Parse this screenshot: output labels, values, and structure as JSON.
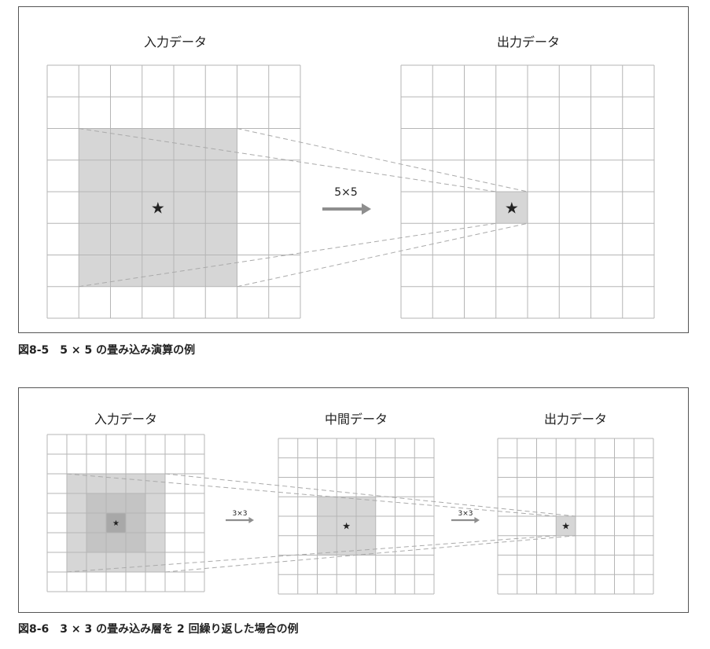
{
  "figure1": {
    "input_title": "入力データ",
    "output_title": "出力データ",
    "kernel_label": "5×5",
    "caption_number": "図8-5",
    "caption_text": "5 × 5 の畳み込み演算の例"
  },
  "figure2": {
    "input_title": "入力データ",
    "middle_title": "中間データ",
    "output_title": "出力データ",
    "kernel_label_1": "3×3",
    "kernel_label_2": "3×3",
    "caption_number": "図8-6",
    "caption_text": "3 × 3 の畳み込み層を 2 回繰り返した場合の例"
  },
  "grid_size": 8,
  "marker_glyph": "★",
  "colors": {
    "grid_line": "#b5b5b5",
    "region_light": "#d6d6d6",
    "region_mid": "#c4c4c4",
    "region_dark": "#a8a8a8",
    "arrow": "#8e8e8e",
    "dashed_line": "#aaaaaa",
    "panel_border": "#555555"
  }
}
